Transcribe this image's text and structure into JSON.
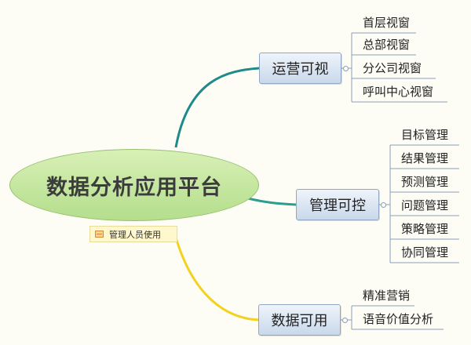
{
  "central": {
    "label": "数据分析应用平台"
  },
  "note": {
    "label": "管理人员使用",
    "icon": "note-icon"
  },
  "branches": [
    {
      "label": "运营可视",
      "color": "#1E8A8A",
      "children": [
        "首层视窗",
        "总部视窗",
        "分公司视窗",
        "呼叫中心视窗"
      ]
    },
    {
      "label": "管理可控",
      "color": "#2B9E8E",
      "children": [
        "目标管理",
        "结果管理",
        "预测管理",
        "问题管理",
        "策略管理",
        "协同管理"
      ]
    },
    {
      "label": "数据可用",
      "color": "#F2D21E",
      "children": [
        "精准营销",
        "语音价值分析"
      ]
    }
  ]
}
